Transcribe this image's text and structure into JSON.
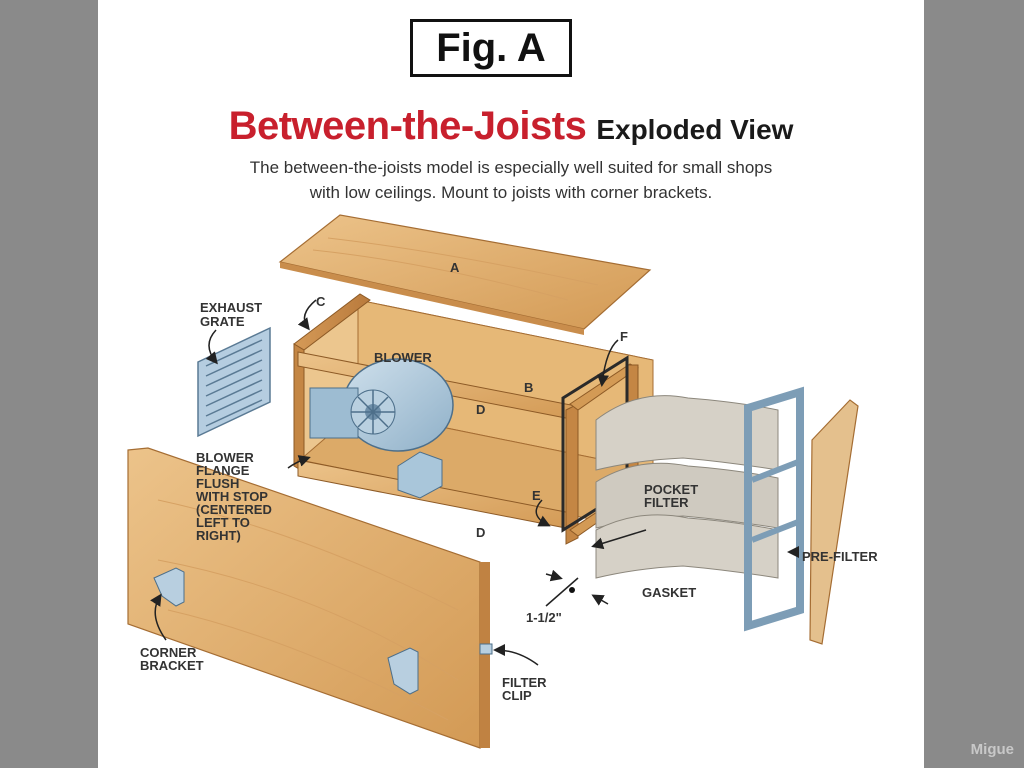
{
  "figure": {
    "label": "Fig. A",
    "title_highlight": "Between-the-Joists",
    "title_rest": "Exploded View",
    "subtitle_line1": "The between-the-joists model is especially well suited for small shops",
    "subtitle_line2": "with low ceilings. Mount to joists with corner brackets."
  },
  "labels": {
    "part_a": "A",
    "part_b": "B",
    "part_c": "C",
    "part_d_top": "D",
    "part_d_bottom": "D",
    "part_e": "E",
    "part_f": "F",
    "exhaust_grate": [
      "EXHAUST",
      "GRATE"
    ],
    "blower": "BLOWER",
    "blower_flange": [
      "BLOWER",
      "FLANGE",
      "FLUSH",
      "WITH STOP",
      "(CENTERED",
      "LEFT TO",
      "RIGHT)"
    ],
    "pocket_filter": [
      "POCKET",
      "FILTER"
    ],
    "pre_filter": "PRE-FILTER",
    "gasket": "GASKET",
    "dimension": "1-1/2\"",
    "corner_bracket": [
      "CORNER",
      "BRACKET"
    ],
    "filter_clip": [
      "FILTER",
      "CLIP"
    ]
  },
  "colors": {
    "title_red": "#c8202d",
    "wood": "#e2b173",
    "wood_dark": "#b97a3c",
    "metal_blue": "#a8c4da",
    "filter_gray": "#cfcac0"
  },
  "watermark": "Migue"
}
